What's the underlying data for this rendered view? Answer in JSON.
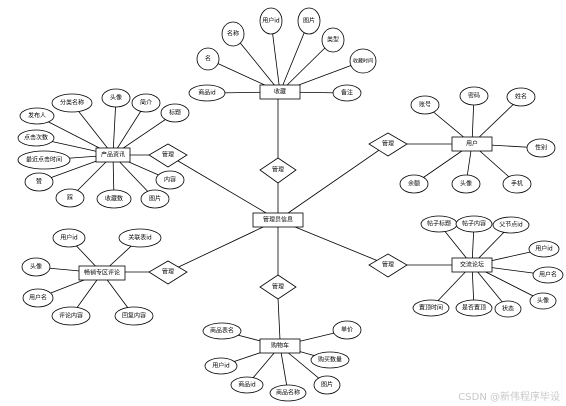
{
  "entities": {
    "admin": "管理员信息",
    "favorites": "收藏",
    "user": "用户",
    "product": "产品资讯",
    "review": "畅销专区评论",
    "forum": "交流论坛",
    "cart": "购物车"
  },
  "relationships": {
    "r_top": "管理",
    "r_product": "管理",
    "r_user": "管理",
    "r_review": "管理",
    "r_forum": "管理",
    "r_cart": "管理"
  },
  "attributes": {
    "fav": [
      "商品id",
      "名",
      "名称",
      "用户id",
      "图片",
      "类型",
      "收藏时间",
      "备注"
    ],
    "user": [
      "账号",
      "密码",
      "姓名",
      "性别",
      "手机",
      "头像",
      "余额"
    ],
    "product": [
      "发布人",
      "分类名称",
      "头像",
      "简介",
      "标题",
      "点击次数",
      "最近点击时间",
      "赞",
      "踩",
      "收藏数",
      "图片",
      "内容"
    ],
    "review": [
      "用户id",
      "关联表id",
      "头像",
      "用户名",
      "评论内容",
      "回复内容"
    ],
    "forum": [
      "帖子标题",
      "帖子内容",
      "父节点id",
      "用户id",
      "用户名",
      "头像",
      "置顶时间",
      "是否置顶",
      "状态"
    ],
    "cart": [
      "商品表名",
      "单价",
      "用户id",
      "购买数量",
      "商品id",
      "商品名称",
      "图片"
    ]
  },
  "watermark": "CSDN @新伟程序毕设"
}
